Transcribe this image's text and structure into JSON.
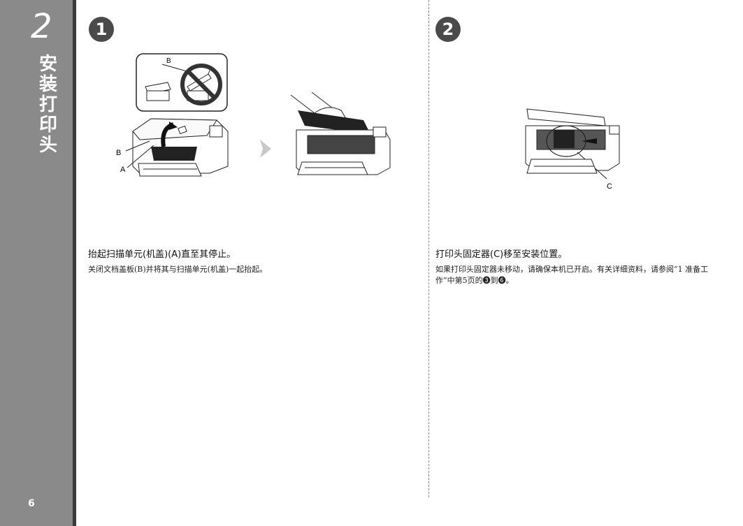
{
  "sidebar": {
    "section_number": "2",
    "section_title": "安装打印头",
    "page_number": "6"
  },
  "step1": {
    "badge": "1",
    "heading": "抬起扫描单元(机盖)(A)直至其停止。",
    "body": "关闭文档盖板(B)并将其与扫描单元(机盖)一起抬起。",
    "labels": {
      "a": "A",
      "b": "B",
      "inset_b": "B"
    }
  },
  "step2": {
    "badge": "2",
    "heading": "打印头固定器(C)移至安装位置。",
    "body": "如果打印头固定器未移动，请确保本机已开启。有关详细资料，请参阅“1 准备工作”中第5页的❸到❻。",
    "labels": {
      "c": "C"
    }
  }
}
